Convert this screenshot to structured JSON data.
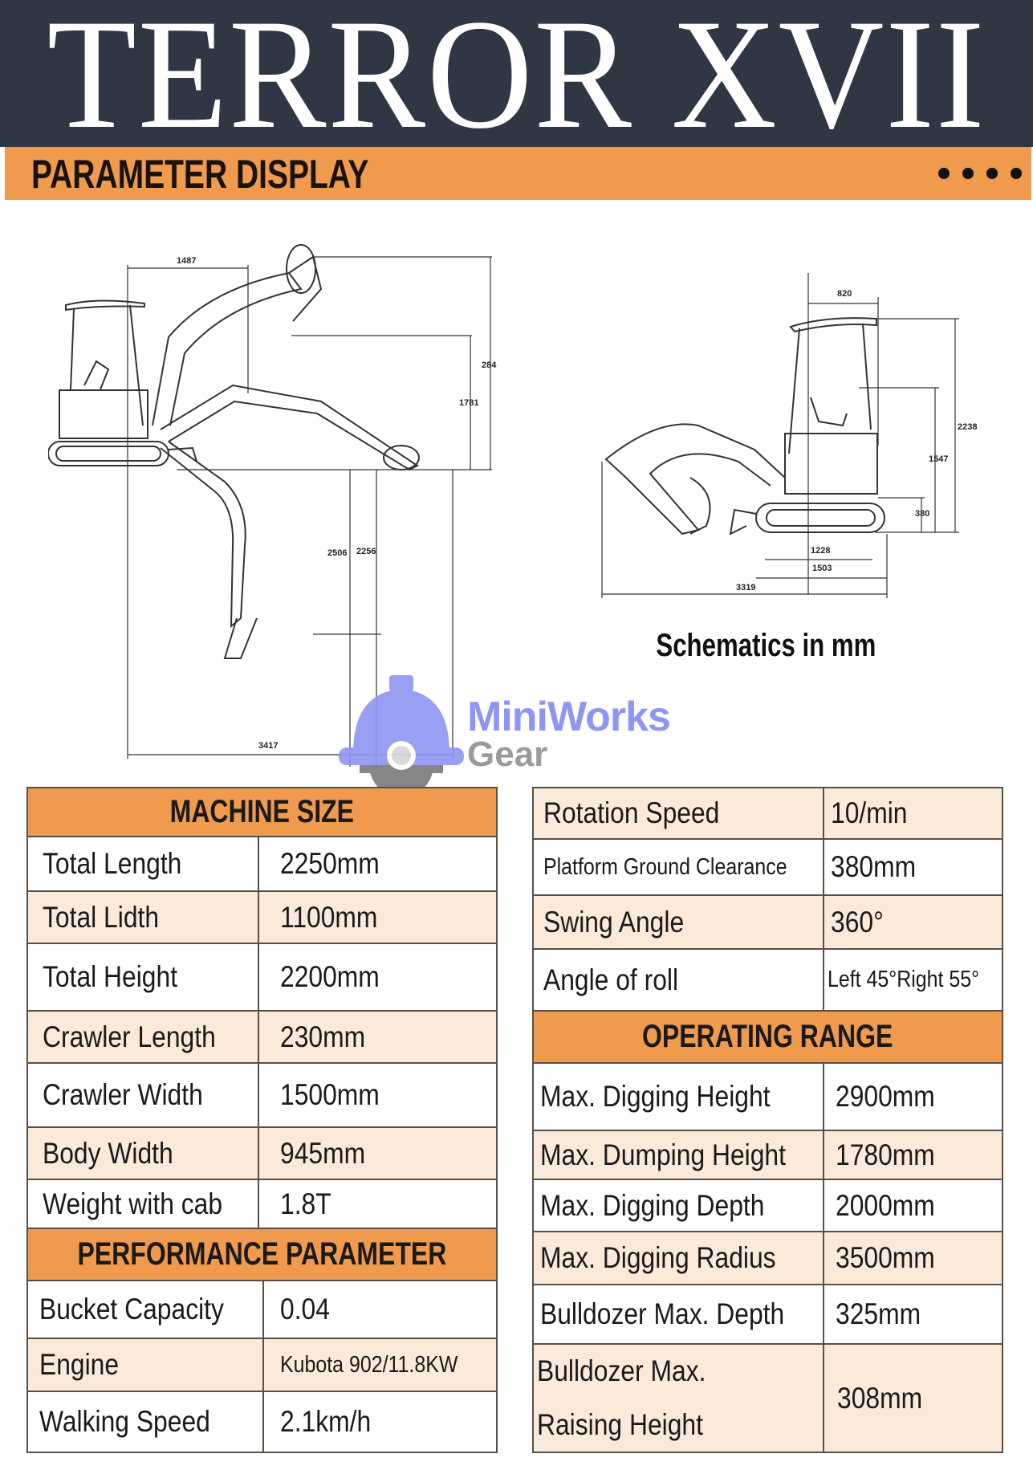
{
  "header": {
    "title": "TERROR XVII",
    "subtitle": "PARAMETER DISPLAY",
    "accent_color": "#ef9a4c",
    "dark_color": "#2f3744"
  },
  "schematics": {
    "caption": "Schematics in mm",
    "side_view_dims": [
      "1487",
      "284",
      "1781",
      "2506",
      "2256",
      "3417"
    ],
    "front_view_dims": [
      "820",
      "2238",
      "1547",
      "380",
      "1228",
      "1503",
      "3319"
    ]
  },
  "logo": {
    "line1": "MiniWorks",
    "line2": "Gear"
  },
  "left_table": {
    "machine_size_header": "MACHINE SIZE",
    "machine_size": [
      {
        "label": "Total Length",
        "value": "2250mm"
      },
      {
        "label": "Total Lidth",
        "value": "1100mm"
      },
      {
        "label": "Total Height",
        "value": "2200mm"
      },
      {
        "label": "Crawler Length",
        "value": "230mm"
      },
      {
        "label": "Crawler Width",
        "value": "1500mm"
      },
      {
        "label": "Body Width",
        "value": "945mm"
      },
      {
        "label": "Weight with cab",
        "value": "1.8T"
      }
    ],
    "performance_header": "PERFORMANCE PARAMETER",
    "performance": [
      {
        "label": "Bucket Capacity",
        "value": "0.04"
      },
      {
        "label": "Engine",
        "value": "Kubota 902/11.8KW"
      },
      {
        "label": "Walking Speed",
        "value": "2.1km/h"
      }
    ]
  },
  "right_table": {
    "top": [
      {
        "label": "Rotation Speed",
        "value": "10/min"
      },
      {
        "label": "Platform Ground Clearance",
        "value": "380mm"
      },
      {
        "label": "Swing Angle",
        "value": "360°"
      },
      {
        "label": "Angle of roll",
        "value": "Left 45°Right 55°"
      }
    ],
    "operating_header": "OPERATING RANGE",
    "operating": [
      {
        "label": "Max. Digging Height",
        "value": "2900mm"
      },
      {
        "label": "Max. Dumping Height",
        "value": "1780mm"
      },
      {
        "label": "Max. Digging Depth",
        "value": "2000mm"
      },
      {
        "label": "Max. Digging Radius",
        "value": "3500mm"
      },
      {
        "label": "Bulldozer Max. Depth",
        "value": "325mm"
      },
      {
        "label": "Bulldozer Max.",
        "label2": "Raising Height",
        "value": "308mm"
      }
    ]
  }
}
